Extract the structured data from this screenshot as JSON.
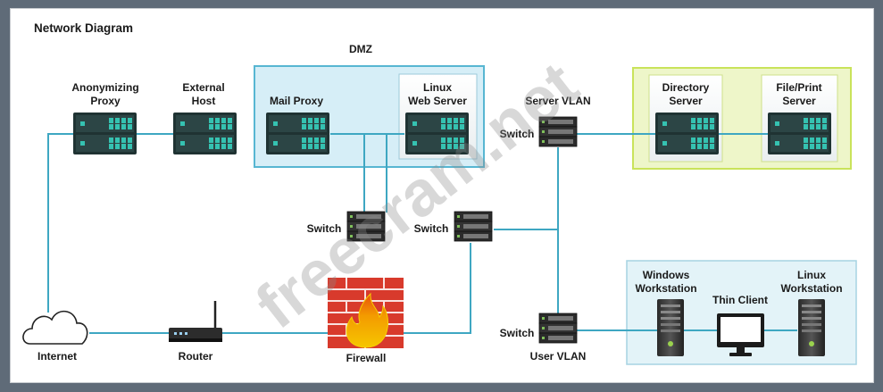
{
  "diagram": {
    "title": "Network Diagram",
    "zones": {
      "dmz": "DMZ"
    },
    "nodes": {
      "anonymizing_proxy": [
        "Anonymizing",
        "Proxy"
      ],
      "external_host": [
        "External",
        "Host"
      ],
      "mail_proxy": "Mail Proxy",
      "linux_web_server": [
        "Linux",
        "Web Server"
      ],
      "server_vlan": "Server VLAN",
      "directory_server": [
        "Directory",
        "Server"
      ],
      "file_print_server": [
        "File/Print",
        "Server"
      ],
      "switch_label": "Switch",
      "windows_workstation": [
        "Windows",
        "Workstation"
      ],
      "thin_client": "Thin Client",
      "linux_workstation": [
        "Linux",
        "Workstation"
      ],
      "internet": "Internet",
      "router": "Router",
      "firewall": "Firewall",
      "user_vlan": "User VLAN"
    },
    "watermark": "freecram.net",
    "colors": {
      "link": "#3ea7c2",
      "dmz_fill": "#d6eef7",
      "dmz_border": "#57b6d2",
      "server_zone_fill": "#eef6c9",
      "server_zone_border": "#c9e35a",
      "user_zone_fill": "#e3f3f8",
      "server_body": "#1f3333",
      "server_accent": "#35c2b1",
      "firewall_red": "#d83a2c"
    }
  }
}
